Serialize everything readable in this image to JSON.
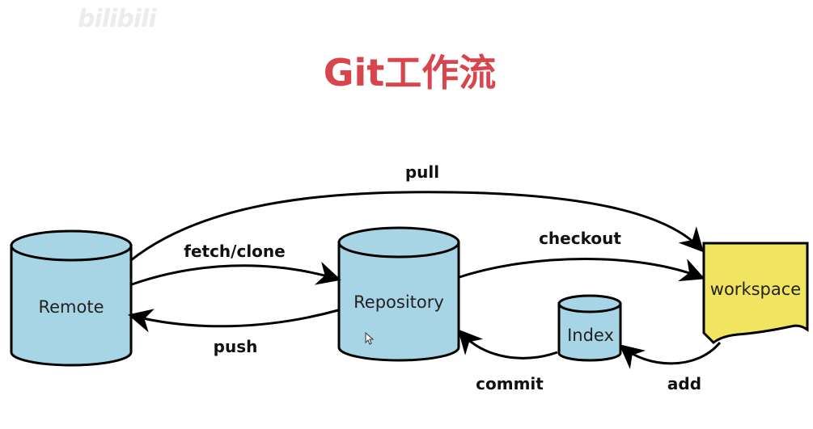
{
  "watermark": "bilibili",
  "title": "Git工作流",
  "nodes": {
    "remote": "Remote",
    "repository": "Repository",
    "index": "Index",
    "workspace": "workspace"
  },
  "edges": {
    "pull": "pull",
    "fetch_clone": "fetch/clone",
    "push": "push",
    "checkout": "checkout",
    "commit": "commit",
    "add": "add"
  },
  "colors": {
    "title": "#d9454d",
    "database": "#a8d5e6",
    "workspace": "#f1e45e"
  }
}
